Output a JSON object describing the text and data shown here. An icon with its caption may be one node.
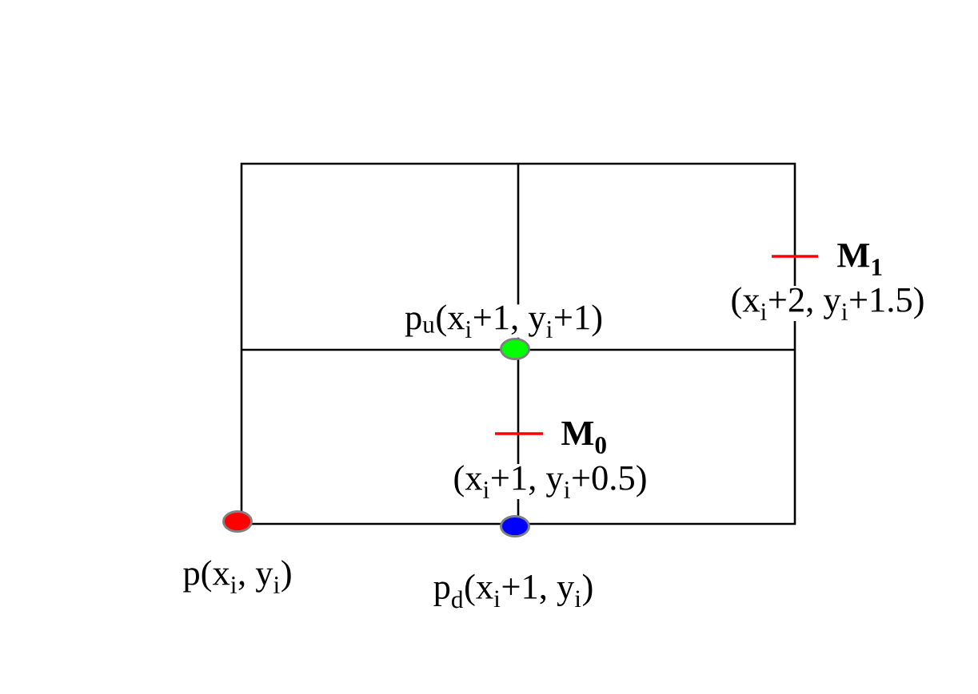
{
  "diagram": {
    "nodes": [
      {
        "text": [],
        "shape": "circle",
        "beside": [
          "p$_{u}$(x$_{i}$+1, y$_{i}$+1)"
        ]
      },
      {
        "text": [],
        "shape": "circle",
        "beside": [
          "p(x$_{i}$, y$_{i}$)"
        ]
      },
      {
        "text": [],
        "shape": "circle",
        "beside": [
          "p$_{d}$(x$_{i}$+1, y$_{i}$)"
        ]
      }
    ],
    "labels": [
      "M$_{1}$",
      "(x$_{i}$+2, y$_{i}$+1.5)",
      "M$_{0}$",
      "(x$_{i}$+1, y$_{i}$+0.5)"
    ]
  }
}
